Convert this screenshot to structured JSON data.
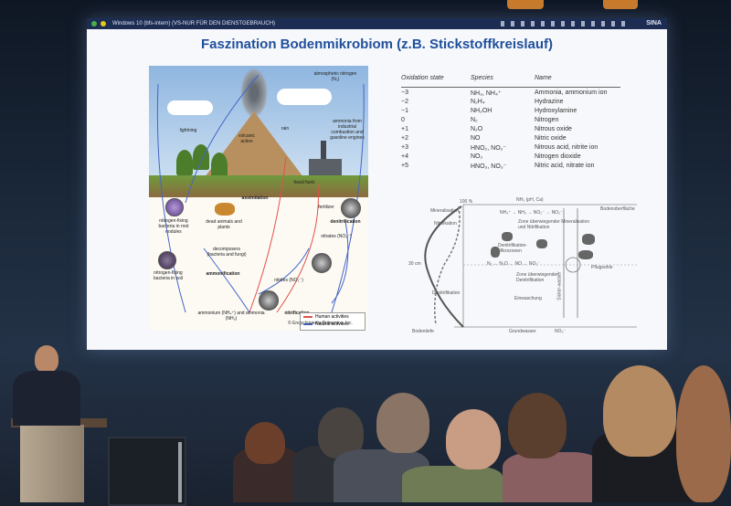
{
  "taskbar": {
    "window_title": "Windows 10 (bfs-intern) (VS-NUR FÜR DEN DIENSTGEBRAUCH)",
    "brand": "SINA"
  },
  "slide": {
    "title": "Faszination Bodenmikrobiom (z.B. Stickstoffkreislauf)",
    "diagram": {
      "labels": {
        "atmospheric_nitrogen": "atmospheric nitrogen (N₂)",
        "lightning": "lightning",
        "volcanic": "volcanic action",
        "rain": "rain",
        "ammonia_sources": "ammonia from industrial combustion and gasoline engines",
        "assimilation": "assimilation",
        "dead_animals": "dead animals and plants",
        "nitrogen_fixing_nodules": "nitrogen-fixing bacteria in root nodules",
        "nitrogen_fixing_soil": "nitrogen-fixing bacteria in soil",
        "decomposers": "decomposers (bacteria and fungi)",
        "ammonification": "ammonification",
        "fertilizer": "fertilizer",
        "denitrification": "denitrification",
        "nitrates": "nitrates (NO₃⁻)",
        "nitrites": "nitrites (NO₂⁻)",
        "nitrification": "nitrification",
        "ammonium": "ammonium (NH₄⁺) and ammonia (NH₃)",
        "fossil_fuels": "fossil fuels",
        "legend_human": "Human activities",
        "legend_natural": "Natural activities",
        "credit": "© Encyclopædia Britannica, Inc."
      }
    },
    "table": {
      "headers": [
        "Oxidation state",
        "Species",
        "Name"
      ],
      "rows": [
        [
          "−3",
          "NH₃, NH₄⁺",
          "Ammonia, ammonium ion"
        ],
        [
          "−2",
          "N₂H₄",
          "Hydrazine"
        ],
        [
          "−1",
          "NH₂OH",
          "Hydroxylamine"
        ],
        [
          "0",
          "N₂",
          "Nitrogen"
        ],
        [
          "+1",
          "N₂O",
          "Nitrous oxide"
        ],
        [
          "+2",
          "NO",
          "Nitric oxide"
        ],
        [
          "+3",
          "HNO₂, NO₂⁻",
          "Nitrous acid, nitrite ion"
        ],
        [
          "+4",
          "NO₂",
          "Nitrogen dioxide"
        ],
        [
          "+5",
          "HNO₃, NO₃⁻",
          "Nitric acid, nitrate ion"
        ]
      ]
    },
    "profile": {
      "top_label": "NH₃ (pH, Ca)",
      "surface": "Bodenoberfläche",
      "mineralisation": "Mineralisation",
      "nitrifikation": "Nitrifikation",
      "percent": "100 %",
      "zone1": "Zone überwiegender Mineralisation und Nitrifikation",
      "denitrif_mikrozonen": "Denitrifikation-Mikrozonen",
      "depth": "30 cm",
      "zone2": "Zone überwiegender Denitrifikation",
      "pflugsohle": "Pflugsohle",
      "denitrifikation": "Denitrifikation",
      "einwaschung": "Einwaschung",
      "bodentiefe": "Bodentiefe",
      "grundwasser": "Grundwasser",
      "no3_bottom": "NO₃⁻",
      "species_row1": "NH₄⁺ → NH₃ → NO₂⁻ → NO₃⁻",
      "species_row2": "N₂ ← N₂O ← NO ← NO₂⁻",
      "side_label": "Sicker-wasser"
    }
  },
  "colors": {
    "title_blue": "#1f4f9c",
    "human_activity": "#e0524a",
    "natural_activity": "#4466c8",
    "wall": "#1c2a3c"
  }
}
